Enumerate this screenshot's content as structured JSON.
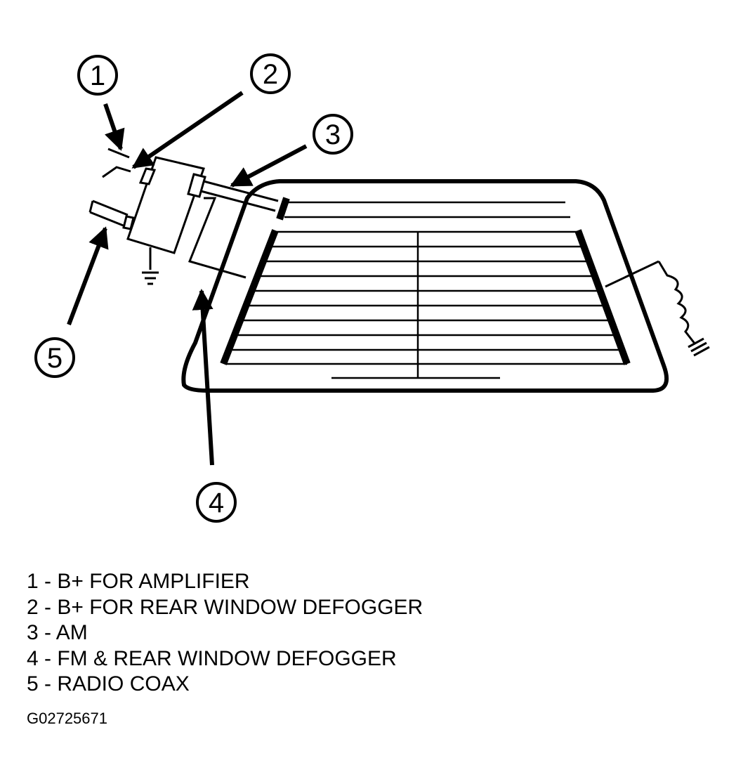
{
  "callouts": [
    {
      "number": "1",
      "label": "B+ FOR AMPLIFIER"
    },
    {
      "number": "2",
      "label": "B+ FOR REAR WINDOW DEFOGGER"
    },
    {
      "number": "3",
      "label": "AM"
    },
    {
      "number": "4",
      "label": "FM & REAR WINDOW DEFOGGER"
    },
    {
      "number": "5",
      "label": "RADIO COAX"
    }
  ],
  "legend": [
    "1 - B+ FOR AMPLIFIER",
    "2 - B+ FOR REAR WINDOW DEFOGGER",
    "3 - AM",
    "4 - FM & REAR WINDOW DEFOGGER",
    "5 - RADIO COAX"
  ],
  "figure_id": "G02725671"
}
